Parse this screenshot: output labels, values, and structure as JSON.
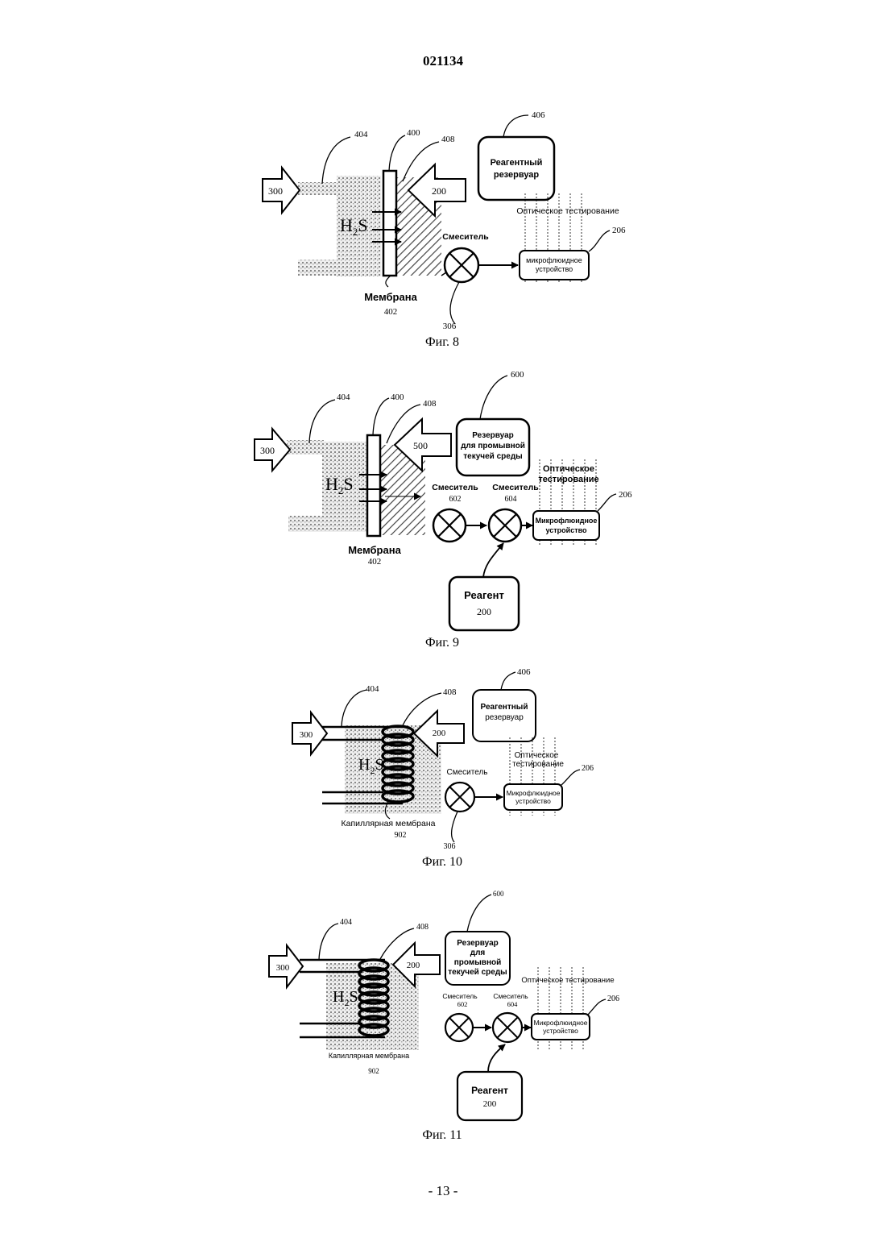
{
  "header": {
    "doc_number": "021134"
  },
  "footer": {
    "page_number": "- 13 -"
  },
  "fig8": {
    "caption": "Фиг. 8",
    "ref_404": "404",
    "ref_400": "400",
    "ref_408": "408",
    "ref_406": "406",
    "ref_206": "206",
    "ref_306": "306",
    "arrow_in": "300",
    "arrow_right": "200",
    "gas": "H",
    "gas_sub": "2",
    "gas_tail": "S",
    "reservoir_l1": "Реагентный",
    "reservoir_l2": "резервуар",
    "optical": "Оптическое тестирование",
    "mixer": "Смеситель",
    "micro_l1": "микрофлюидное",
    "micro_l2": "устройство",
    "membrane": "Мембрана",
    "membrane_ref": "402"
  },
  "fig9": {
    "caption": "Фиг. 9",
    "ref_404": "404",
    "ref_400": "400",
    "ref_408": "408",
    "ref_600": "600",
    "ref_206": "206",
    "arrow_in": "300",
    "arrow_right": "500",
    "gas": "H",
    "gas_sub": "2",
    "gas_tail": "S",
    "reservoir_l1": "Резервуар",
    "reservoir_l2": "для промывной",
    "reservoir_l3": "текучей среды",
    "optical_l1": "Оптическое",
    "optical_l2": "тестирование",
    "mixer1": "Смеситель",
    "mixer1_ref": "602",
    "mixer2": "Смеситель",
    "mixer2_ref": "604",
    "micro_l1": "Микрофлюидное",
    "micro_l2": "устройство",
    "membrane": "Мембрана",
    "membrane_ref": "402",
    "reagent": "Реагент",
    "reagent_ref": "200"
  },
  "fig10": {
    "caption": "Фиг. 10",
    "ref_404": "404",
    "ref_408": "408",
    "ref_406": "406",
    "ref_206": "206",
    "ref_306": "306",
    "arrow_in": "300",
    "arrow_right": "200",
    "gas": "H",
    "gas_sub": "2",
    "gas_tail": "S",
    "reservoir_l1": "Реагентный",
    "reservoir_l2": "резервуар",
    "optical_l1": "Оптическое",
    "optical_l2": "тестирование",
    "mixer": "Смеситель",
    "micro_l1": "Микрофлюидное",
    "micro_l2": "устройство",
    "membrane": "Капиллярная мембрана",
    "membrane_ref": "902"
  },
  "fig11": {
    "caption": "Фиг. 11",
    "ref_404": "404",
    "ref_408": "408",
    "ref_600": "600",
    "ref_206": "206",
    "arrow_in": "300",
    "arrow_right": "200",
    "gas": "H",
    "gas_sub": "2",
    "gas_tail": "S",
    "reservoir_l1": "Резервуар",
    "reservoir_l2": "для",
    "reservoir_l3": "промывной",
    "reservoir_l4": "текучей среды",
    "optical": "Оптическое тестирование",
    "mixer1": "Смеситель",
    "mixer1_ref": "602",
    "mixer2": "Смеситель",
    "mixer2_ref": "604",
    "micro_l1": "Микрофлюидное",
    "micro_l2": "устройство",
    "membrane": "Капиллярная  мембрана",
    "membrane_ref": "902",
    "reagent": "Реагент",
    "reagent_ref": "200"
  }
}
